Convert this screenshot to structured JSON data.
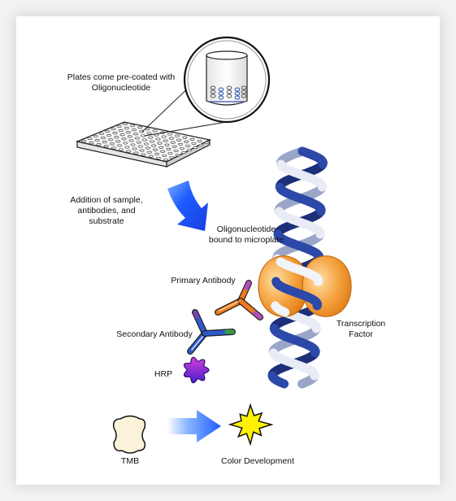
{
  "labels": {
    "plates": "Plates come pre-coated with\nOligonucleotide",
    "addition": "Addition of sample,\nantibodies, and\nsubstrate",
    "oligo_bound": "Oligonucleotide\nbound to microplate",
    "primary_antibody": "Primary Antibody",
    "secondary_antibody": "Secondary Antibody",
    "transcription_factor": "Transcription\nFactor",
    "hrp": "HRP",
    "tmb": "TMB",
    "color_development": "Color Development"
  },
  "colors": {
    "arrow_blue": "#1e5bff",
    "helix_navy": "#223b8f",
    "helix_light": "#ffffff",
    "tf_orange": "#f5a442",
    "primary_antibody": "#f07a1a",
    "primary_tip": "#b04ec0",
    "secondary_tip_purple": "#7a3fb3",
    "secondary_tip_green": "#3a9a45",
    "secondary_antibody": "#2f59c9",
    "hrp_top": "#d33fd6",
    "hrp_bottom": "#4a1fd1",
    "tmb_fill": "#fbf2da",
    "star_fill": "#fff200"
  }
}
